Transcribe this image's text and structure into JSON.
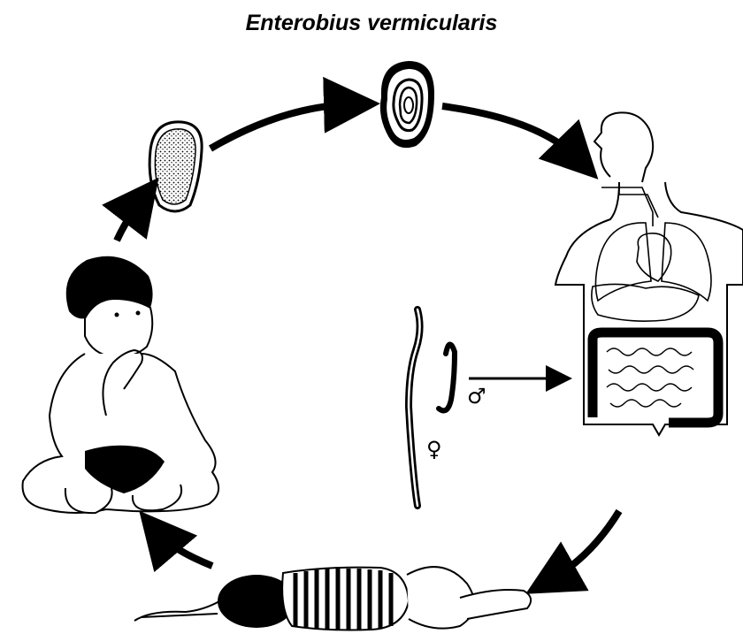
{
  "diagram": {
    "title": "Enterobius vermicularis",
    "symbols": {
      "male": "♂",
      "female": "♀"
    }
  },
  "stages": [
    {
      "id": "child-hand-to-mouth",
      "icon": "child-sitting-illustration"
    },
    {
      "id": "egg",
      "icon": "egg-illustration"
    },
    {
      "id": "embryonated-egg",
      "icon": "embryonated-egg-illustration"
    },
    {
      "id": "human-digestive-tract",
      "icon": "torso-organs-illustration"
    },
    {
      "id": "adult-worms",
      "icon": "worm-pair-illustration"
    },
    {
      "id": "sleeping-child",
      "icon": "sleeping-child-illustration"
    }
  ]
}
